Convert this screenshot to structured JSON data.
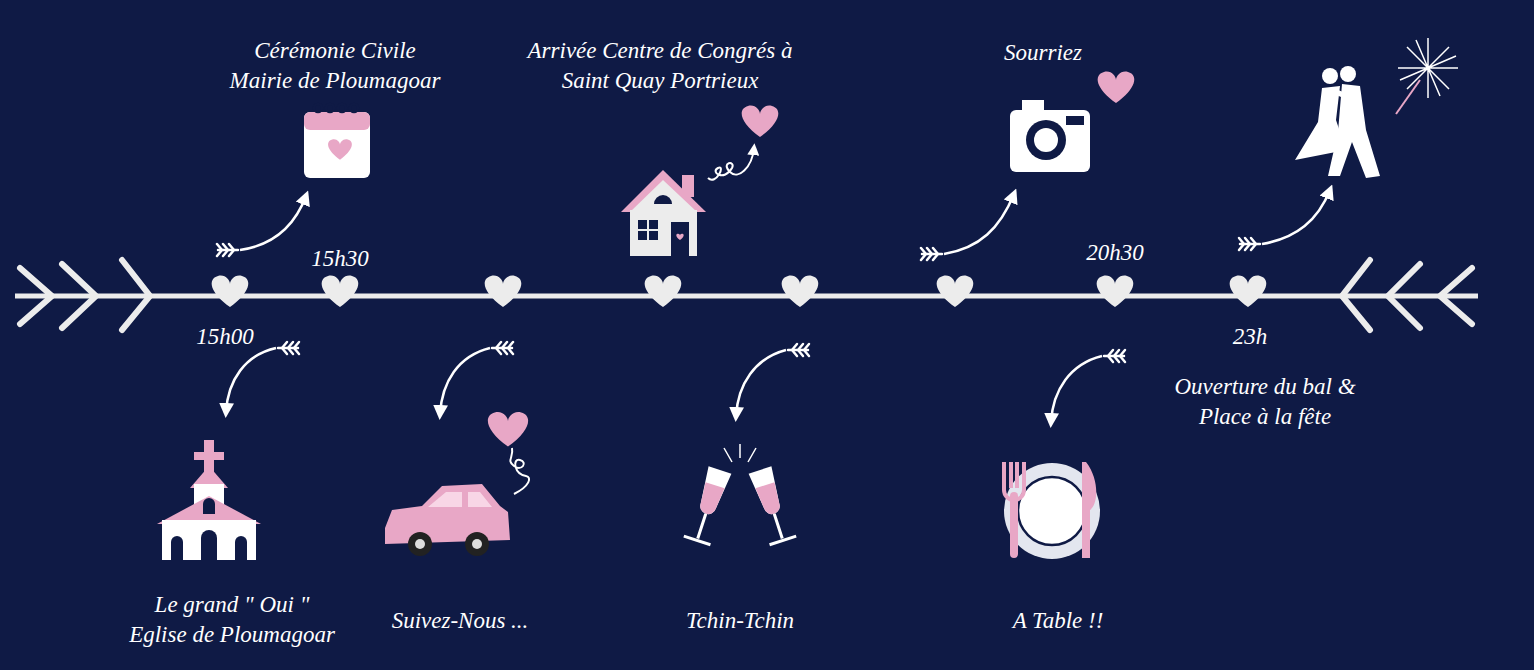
{
  "diagram": {
    "labels": [
      "Cérémonie Civile Mairie de Ploumagoar",
      "Arrivée Centre de Congrés à Saint Quay Portrieux",
      "Sourriez",
      "15h30",
      "20h30",
      "15h00",
      "23h",
      "Ouverture du bal & Place à la fête",
      "Le grand \" Oui \" Eglise de Ploumagoar",
      "Suivez-Nous ...",
      "Tchin-Tchin",
      "A Table !!"
    ]
  }
}
